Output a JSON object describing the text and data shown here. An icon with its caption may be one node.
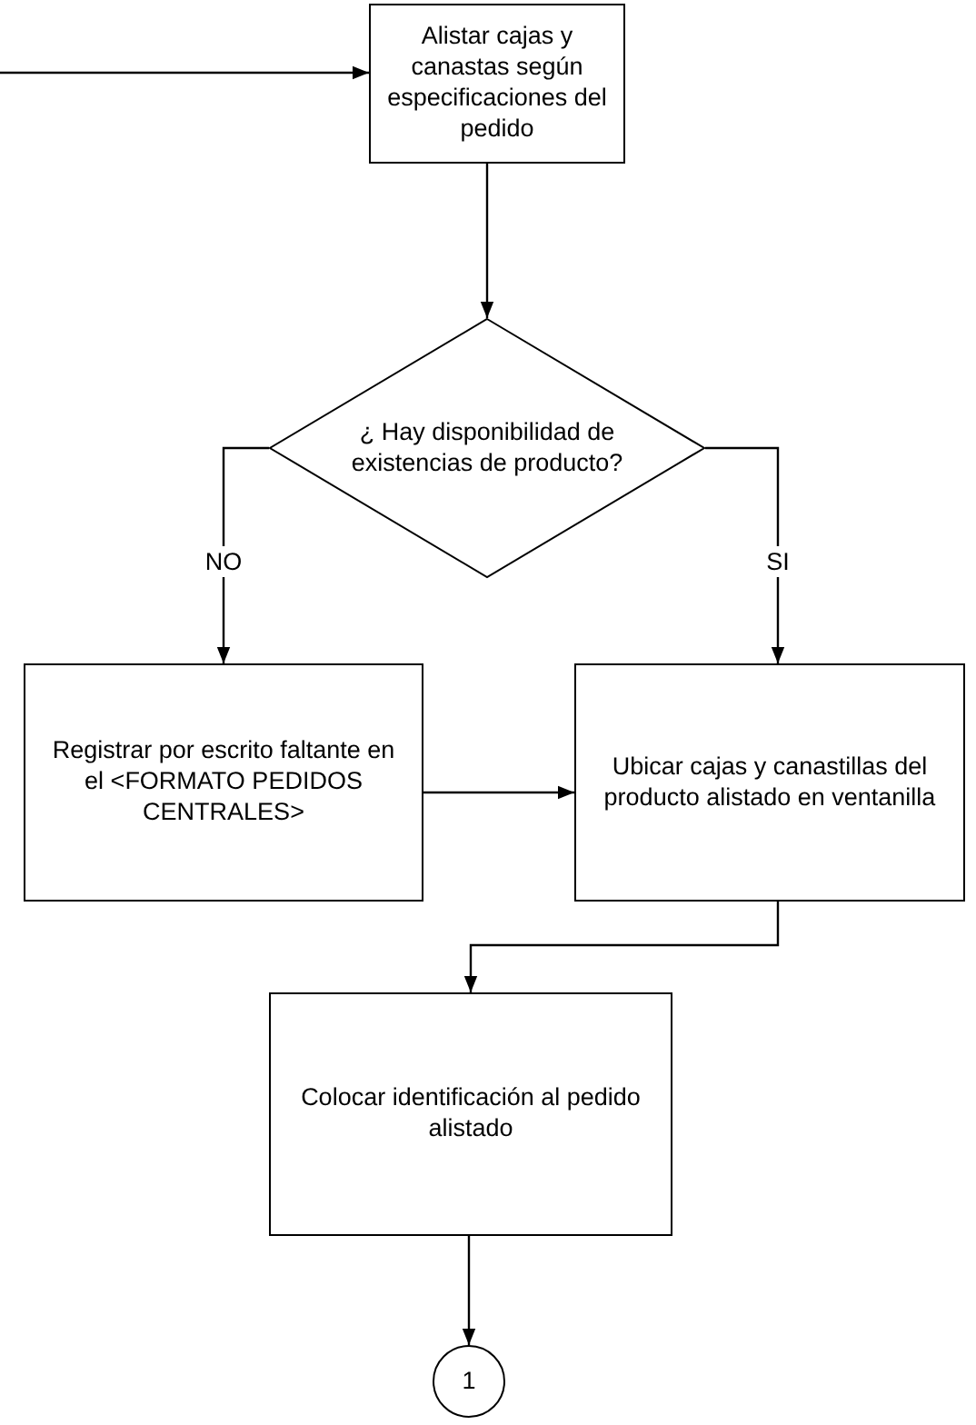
{
  "diagram": {
    "nodes": [
      {
        "text": [
          "Alistar cajas y canastas según especificaciones del pedido"
        ]
      },
      {
        "text": [
          "¿ Hay disponibilidad de existencias de producto?"
        ]
      },
      {
        "text": [
          "Registrar por escrito faltante en el <FORMATO PEDIDOS CENTRALES>"
        ]
      },
      {
        "text": [
          "Ubicar cajas y canastillas del producto alistado en ventanilla"
        ]
      },
      {
        "text": [
          "Colocar identificación al pedido alistado"
        ]
      },
      {
        "text": [
          "1"
        ]
      }
    ],
    "edges": [
      {
        "from": null,
        "to": 0,
        "arrow": "to"
      },
      {
        "from": 0,
        "to": 1,
        "arrow": "to"
      },
      {
        "from": 1,
        "to": 2,
        "arrow": "to",
        "label": "NO"
      },
      {
        "from": 1,
        "to": 3,
        "arrow": "to",
        "label": "SI"
      },
      {
        "from": 2,
        "to": 3,
        "arrow": "to"
      },
      {
        "from": 3,
        "to": 4,
        "arrow": "to"
      },
      {
        "from": 4,
        "to": 5,
        "arrow": "to"
      }
    ]
  }
}
